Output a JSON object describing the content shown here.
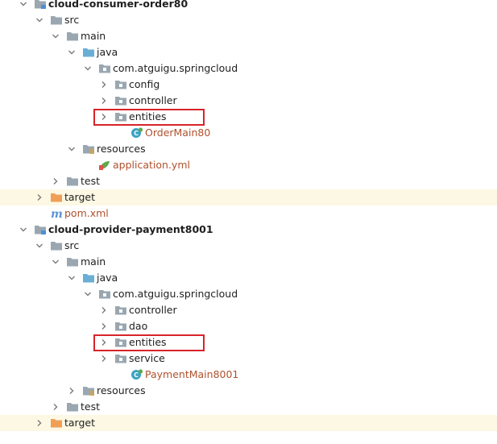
{
  "colors": {
    "folder": "#9aa7b0",
    "folder_blue": "#6aaed6",
    "folder_orange": "#f0a056",
    "module_blue": "#4d8fd6",
    "java_class": "#3aa3c4",
    "spring_green": "#5fa84a",
    "file_name_orange": "#b0512d",
    "highlight_row": "#fdf8e4",
    "annotation_red": "#d8232a"
  },
  "tree": [
    {
      "label": "cloud-consumer-order80",
      "indent": 0,
      "toggle": "down",
      "icon": "module-folder-icon",
      "bold": true
    },
    {
      "label": "src",
      "indent": 1,
      "toggle": "down",
      "icon": "folder-icon"
    },
    {
      "label": "main",
      "indent": 2,
      "toggle": "down",
      "icon": "folder-icon"
    },
    {
      "label": "java",
      "indent": 3,
      "toggle": "down",
      "icon": "source-folder-icon"
    },
    {
      "label": "com.atguigu.springcloud",
      "indent": 4,
      "toggle": "down",
      "icon": "package-icon"
    },
    {
      "label": "config",
      "indent": 5,
      "toggle": "right",
      "icon": "package-icon"
    },
    {
      "label": "controller",
      "indent": 5,
      "toggle": "right",
      "icon": "package-icon"
    },
    {
      "label": "entities",
      "indent": 5,
      "toggle": "right",
      "icon": "package-icon",
      "annotated": true
    },
    {
      "label": "OrderMain80",
      "indent": 6,
      "toggle": "none",
      "icon": "spring-class-icon",
      "style": "java-file"
    },
    {
      "label": "resources",
      "indent": 3,
      "toggle": "down",
      "icon": "resources-folder-icon"
    },
    {
      "label": "application.yml",
      "indent": 4,
      "toggle": "none",
      "icon": "spring-config-icon",
      "style": "yml-file"
    },
    {
      "label": "test",
      "indent": 2,
      "toggle": "right",
      "icon": "folder-icon"
    },
    {
      "label": "target",
      "indent": 1,
      "toggle": "right",
      "icon": "excluded-folder-icon",
      "highlight": true
    },
    {
      "label": "pom.xml",
      "indent": 1,
      "toggle": "none",
      "icon": "maven-icon",
      "style": "pom-file"
    },
    {
      "label": "cloud-provider-payment8001",
      "indent": 0,
      "toggle": "down",
      "icon": "module-folder-icon",
      "bold": true
    },
    {
      "label": "src",
      "indent": 1,
      "toggle": "down",
      "icon": "folder-icon"
    },
    {
      "label": "main",
      "indent": 2,
      "toggle": "down",
      "icon": "folder-icon"
    },
    {
      "label": "java",
      "indent": 3,
      "toggle": "down",
      "icon": "source-folder-icon"
    },
    {
      "label": "com.atguigu.springcloud",
      "indent": 4,
      "toggle": "down",
      "icon": "package-icon"
    },
    {
      "label": "controller",
      "indent": 5,
      "toggle": "right",
      "icon": "package-icon"
    },
    {
      "label": "dao",
      "indent": 5,
      "toggle": "right",
      "icon": "package-icon"
    },
    {
      "label": "entities",
      "indent": 5,
      "toggle": "right",
      "icon": "package-icon",
      "annotated": true
    },
    {
      "label": "service",
      "indent": 5,
      "toggle": "right",
      "icon": "package-icon"
    },
    {
      "label": "PaymentMain8001",
      "indent": 6,
      "toggle": "none",
      "icon": "spring-class-icon",
      "style": "java-file"
    },
    {
      "label": "resources",
      "indent": 3,
      "toggle": "right",
      "icon": "resources-folder-icon"
    },
    {
      "label": "test",
      "indent": 2,
      "toggle": "right",
      "icon": "folder-icon"
    },
    {
      "label": "target",
      "indent": 1,
      "toggle": "right",
      "icon": "excluded-folder-icon",
      "highlight": true
    }
  ]
}
